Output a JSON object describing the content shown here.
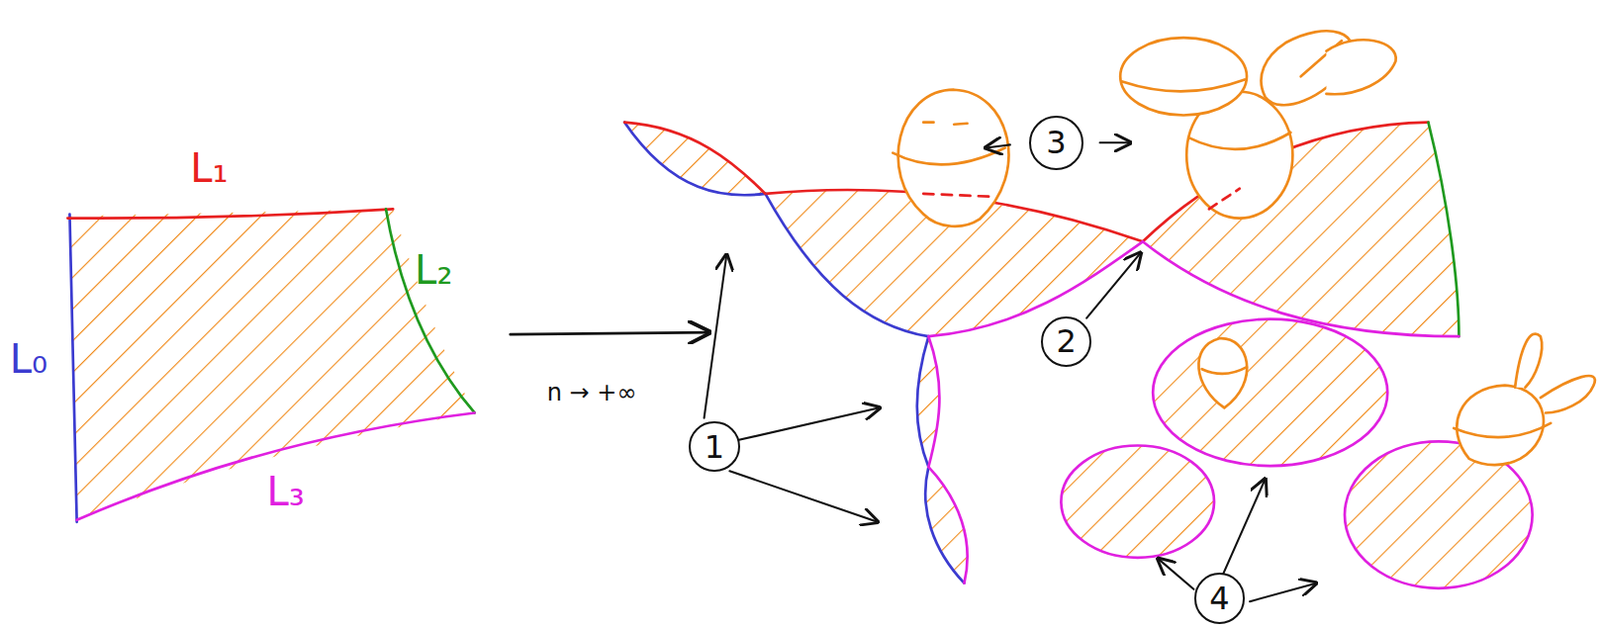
{
  "diagram": {
    "nodes": [
      {
        "text": [
          "3"
        ]
      },
      {
        "text": [
          "2"
        ]
      },
      {
        "text": [
          "1"
        ]
      },
      {
        "text": [
          "4"
        ]
      }
    ],
    "labels": [
      "L₁",
      "L₀",
      "L₂",
      "L₃",
      "n → +∞"
    ]
  }
}
